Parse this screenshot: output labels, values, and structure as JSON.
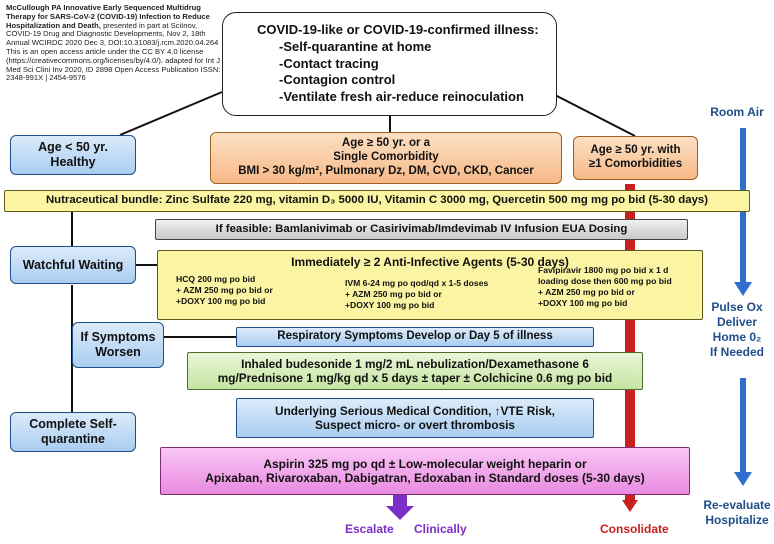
{
  "citation": {
    "lead": "McCullough PA Innovative Early Sequenced Multidrug Therapy for SARS-CoV-2 (COVID-19) Infection to Reduce Hospitalization and Death,",
    "body": "presented in part at SciInov, COVID-19 Drug and Diagnostic Developments, Nov 2, 18th Annual WCIRDC 2020 Dec 3, DOI:10.31083/j.rcm.2020.04.264 This is an open access article under the CC BY 4.0 license (https://creativecommons.org/licenses/by/4.0/). adapted for Int J Med Sci Clini Inv 2020, ID 2898 Open Access Publication ISSN: 2348-991X | 2454-9576"
  },
  "top_box": {
    "title": "COVID-19-like or COVID-19-confirmed illness:",
    "items": [
      "-Self-quarantine at home",
      "-Contact tracing",
      "-Contagion control",
      "-Ventilate fresh air-reduce reinoculation"
    ]
  },
  "age_under_50": {
    "line1": "Age < 50 yr.",
    "line2": "Healthy"
  },
  "age_50_single": {
    "line1": "Age ≥ 50 yr. or a",
    "line2": "Single Comorbidity",
    "line3": "BMI > 30 kg/m², Pulmonary Dz, DM, CVD, CKD, Cancer"
  },
  "age_50_multi": {
    "line1": "Age ≥ 50 yr. with",
    "line2": "≥1 Comorbidities"
  },
  "nutraceutical": "Nutraceutical bundle: Zinc Sulfate 220 mg, vitamin D₃ 5000 IU, Vitamin C 3000 mg, Quercetin 500 mg mg po bid (5-30 days)",
  "bamlanivimab": "If feasible: Bamlanivimab or Casirivimab/Imdevimab IV Infusion EUA Dosing",
  "anti_infective": {
    "title": "Immediately ≥ 2 Anti-Infective Agents (5-30 days)",
    "col1": [
      "HCQ 200 mg po bid",
      "+ AZM 250 mg po bid or",
      "+DOXY 100 mg po bid"
    ],
    "col2": [
      "IVM 6-24 mg po qod/qd x 1-5 doses",
      "+ AZM 250 mg po bid or",
      "+DOXY 100 mg po bid"
    ],
    "col3": [
      "Favipiravir 1800 mg po bid  x 1 d",
      "loading dose then 600 mg po bid",
      "+ AZM 250 mg po bid or",
      "+DOXY 100 mg po bid"
    ]
  },
  "respiratory": "Respiratory Symptoms Develop or Day 5 of illness",
  "inhaled": {
    "line1": "Inhaled budesonide 1 mg/2 mL nebulization/Dexamethasone 6",
    "line2": "mg/Prednisone 1 mg/kg qd x 5 days ± taper ± Colchicine 0.6 mg po bid"
  },
  "underlying": {
    "line1": "Underlying Serious Medical Condition, ↑VTE Risk,",
    "line2": "Suspect micro- or overt thrombosis"
  },
  "aspirin": {
    "line1": "Aspirin 325 mg po qd ± Low-molecular weight heparin or",
    "line2": "Apixaban, Rivaroxaban, Dabigatran, Edoxaban in Standard doses (5-30 days)"
  },
  "left": {
    "watchful": "Watchful Waiting",
    "symptoms_1": "If Symptoms",
    "symptoms_2": "Worsen",
    "complete_1": "Complete Self-",
    "complete_2": "quarantine"
  },
  "right": {
    "room_air": "Room Air",
    "pulse": [
      "Pulse Ox",
      "Deliver",
      "Home 0₂",
      "If Needed"
    ],
    "reevaluate": [
      "Re-evaluate",
      "Hospitalize"
    ]
  },
  "bottom": {
    "escalate": "Escalate",
    "clinically": "Clinically",
    "consolidate": "Consolidate"
  },
  "colors": {
    "blue_arrow": "#2f6fd0",
    "red_arrow": "#c62020",
    "purple_arrow": "#7b2fc8"
  }
}
